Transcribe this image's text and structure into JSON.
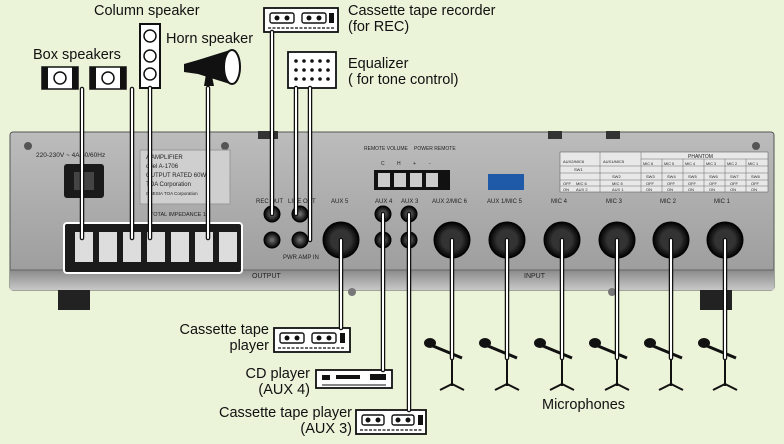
{
  "labels": {
    "column_speaker": "Column speaker",
    "box_speakers": "Box speakers",
    "horn_speaker": "Horn speaker",
    "cassette_rec_line1": "Cassette tape recorder",
    "cassette_rec_line2": "(for REC)",
    "equalizer_line1": "Equalizer",
    "equalizer_line2": "( for tone control)",
    "cassette_player_line1": "Cassette tape",
    "cassette_player_line2": "player",
    "cd_player_line1": "CD player",
    "cd_player_line2": "(AUX 4)",
    "cassette_aux3_line1": "Cassette tape player",
    "cassette_aux3_line2": "(AUX 3)",
    "microphones": "Microphones"
  },
  "panel": {
    "power_rating": "220-230V ~ 4A 50/60Hz",
    "model_block": [
      "A AMPLIFIER",
      "odel A-1706",
      "OUTPUT RATED 60W",
      "TOA Corporation",
      "ONESIA  TOA Corporation"
    ],
    "total_impedance": "TOTAL IMPEDANCE 1.1",
    "remote_volume": "REMOTE VOLUME",
    "power_remote": "POWER REMOTE",
    "rec_out": "REC OUT",
    "line_out": "LINE OUT",
    "pwr_amp_in": "PWR AMP IN",
    "jacks": [
      "AUX 5",
      "AUX 4",
      "AUX 3",
      "AUX 2/MIC 6",
      "AUX 1/MIC 5",
      "MIC 4",
      "MIC 3",
      "MIC 2",
      "MIC 1"
    ],
    "output": "OUTPUT",
    "input": "INPUT",
    "phantom": "PHANTOM",
    "sw_table": {
      "col_heads": [
        "AUX2/MIC6",
        "AUX1/MIC5"
      ],
      "phantom_heads": [
        "MIC 6",
        "MIC 5",
        "MIC 4",
        "MIC 3",
        "MIC 2",
        "MIC 1"
      ],
      "sw_row1": [
        "SW1",
        ""
      ],
      "sw_row2": [
        "SW2",
        "SW3",
        "SW4",
        "SW5",
        "SW6",
        "SW7",
        "SW8"
      ],
      "rows": [
        [
          "OFF",
          "MIC 6",
          "MIC 5",
          "OFF",
          "OFF",
          "OFF",
          "OFF",
          "OFF",
          "OFF"
        ],
        [
          "ON",
          "AUX 2",
          "AUX 1",
          "ON",
          "ON",
          "ON",
          "ON",
          "ON",
          "ON"
        ]
      ]
    },
    "terminal_labels": [
      "C",
      "H",
      "+",
      "-"
    ]
  }
}
